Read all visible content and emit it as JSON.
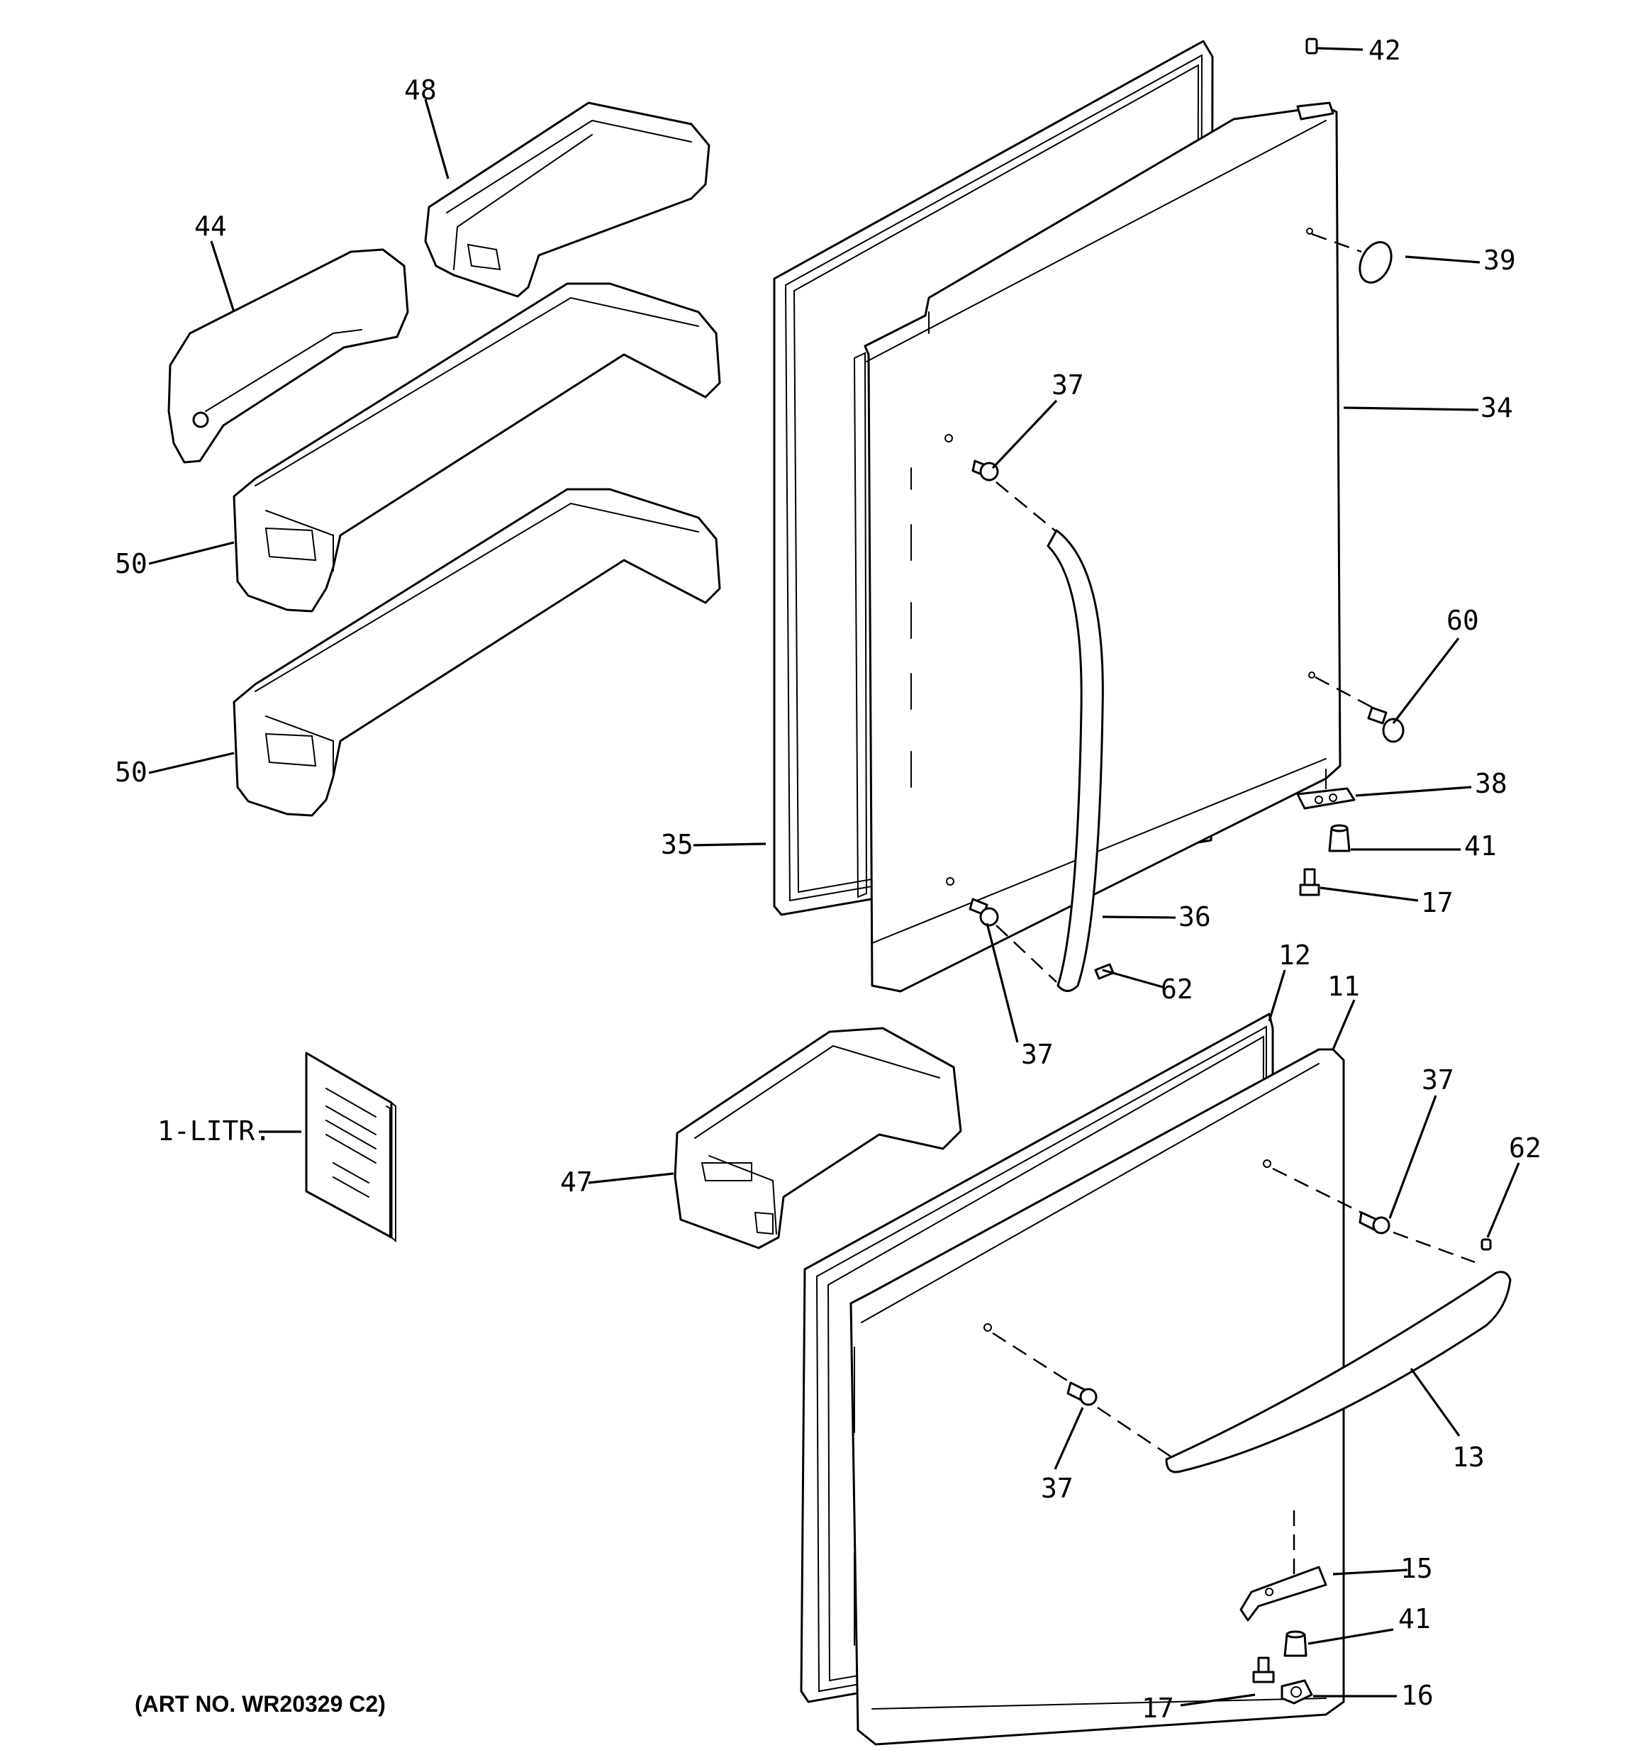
{
  "callouts": {
    "c42": "42",
    "c48": "48",
    "c44": "44",
    "c39": "39",
    "c37a": "37",
    "c34": "34",
    "c50a": "50",
    "c60": "60",
    "c50b": "50",
    "c38": "38",
    "c35": "35",
    "c41a": "41",
    "c17a": "17",
    "c36": "36",
    "c12": "12",
    "c62a": "62",
    "c11": "11",
    "c37b": "37",
    "c37c": "37",
    "c62b": "62",
    "c1litr": "1-LITR.",
    "c47": "47",
    "c13": "13",
    "c37d": "37",
    "c15": "15",
    "c41b": "41",
    "c17b": "17",
    "c16": "16"
  },
  "art_number": "(ART NO. WR20329 C2)"
}
